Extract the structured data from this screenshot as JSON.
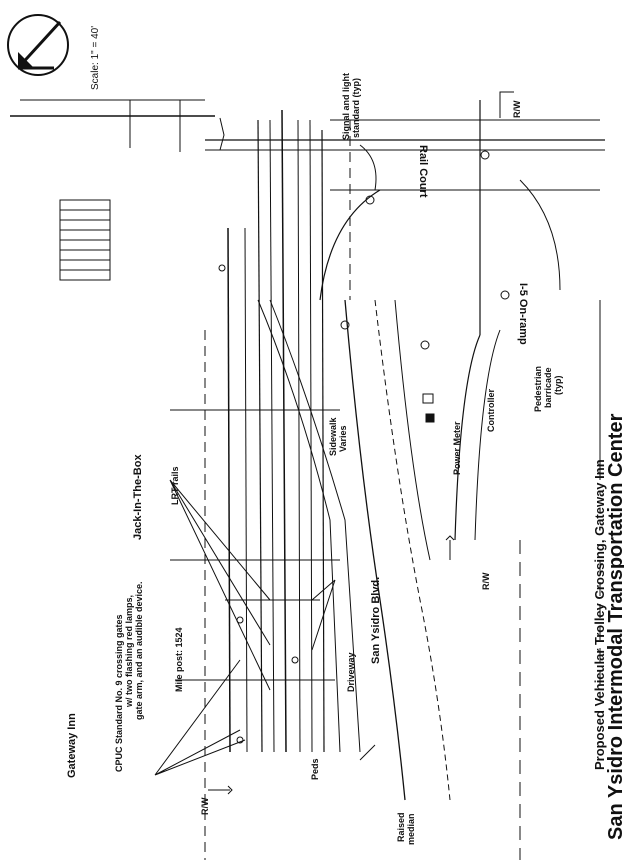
{
  "title": {
    "line1": "Proposed Vehicular Trolley Crossing, Gateway Inn",
    "line2": "San Ysidro Intermodal Transportation Center"
  },
  "scale": "Scale: 1\" = 40'",
  "labels": {
    "gateway_inn": "Gateway Inn",
    "jack_in_the_box": "Jack-In-The-Box",
    "cpuc_1": "CPUC Standard No. 9 crossing gates",
    "cpuc_2": "w/ two flashing red lamps,",
    "cpuc_3": "gate arm, and an audible device.",
    "mile_post": "Mile post: 1524",
    "lrt_rails": "LRT rails",
    "peds": "Peds",
    "driveway": "Driveway",
    "san_ysidro_blvd": "San Ysidro Blvd.",
    "raised_median_1": "Raised",
    "raised_median_2": "median",
    "rw_left": "R/W",
    "rw_bottom": "R/W",
    "rw_top": "R/W",
    "sidewalk_1": "Sidewalk",
    "sidewalk_2": "Varies",
    "power_meter": "Power Meter",
    "controller": "Controller",
    "ped_barricade_1": "Pedestrian",
    "ped_barricade_2": "barricade",
    "ped_barricade_3": "(typ)",
    "rail_court": "Rail Court",
    "i5_onramp": "I-5 On-ramp",
    "signal_1": "Signal and light",
    "signal_2": "standard (typ)"
  }
}
